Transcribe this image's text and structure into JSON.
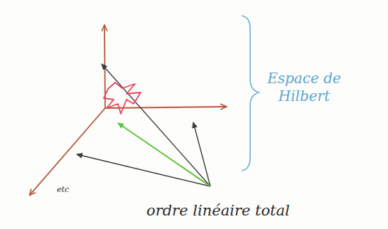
{
  "diagram": {
    "labels": [
      "Espace de Hilbert",
      "etc",
      "ordre linéaire total"
    ]
  }
}
